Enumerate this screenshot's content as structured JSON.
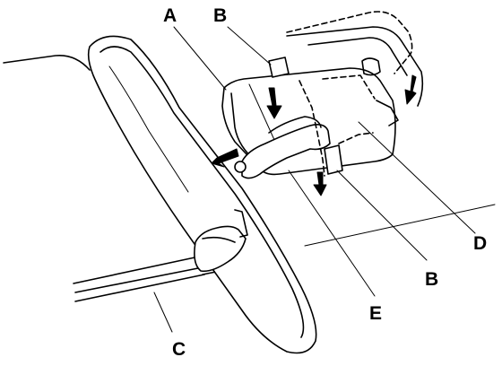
{
  "labels": {
    "a": "A",
    "b_top": "B",
    "b_bottom": "B",
    "c": "C",
    "d": "D",
    "e": "E"
  },
  "colors": {
    "line": "#000000",
    "background": "#ffffff"
  }
}
